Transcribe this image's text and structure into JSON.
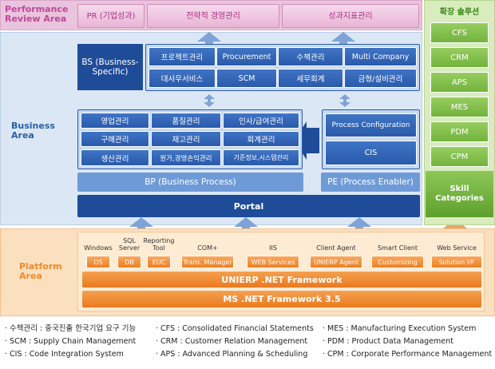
{
  "performance": {
    "area_label": "Performance Review Area",
    "pr": "PR (기업성과)",
    "strategy": "전략적 경영관리",
    "kpi": "성과지표관리"
  },
  "business": {
    "area_label": "Business Area",
    "bs": "BS (Business-Specific)",
    "bs_modules": [
      "프로젝트관리",
      "Procurement",
      "수책관리",
      "Multi Company",
      "대사우서비스",
      "SCM",
      "세무회계",
      "금형/설비관리"
    ],
    "core_modules": [
      "영업관리",
      "품질관리",
      "인사/급여관리",
      "구매관리",
      "재고관리",
      "회계관리",
      "생산관리",
      "원가,경영손익관리",
      "기준정보,시스템관리"
    ],
    "pe_items": [
      "Process Configuration",
      "CIS"
    ],
    "bp": "BP (Business Process)",
    "pe": "PE (Process Enabler)",
    "portal": "Portal"
  },
  "extension": {
    "title": "확장 솔루션",
    "items": [
      "CFS",
      "CRM",
      "APS",
      "MES",
      "PDM",
      "CPM"
    ],
    "skill": "Skill Categories"
  },
  "platform": {
    "area_label": "Platform Area",
    "components": [
      {
        "label": "Windows",
        "box": "OS"
      },
      {
        "label": "SQL Server",
        "box": "DB"
      },
      {
        "label": "Reporting Tool",
        "box": "EUC"
      },
      {
        "label": "COM+",
        "box": "Trans. Manager"
      },
      {
        "label": "IIS",
        "box": "WEB Services"
      },
      {
        "label": "Client Agent",
        "box": "UNIERP Agent"
      },
      {
        "label": "Smart Client",
        "box": "Customizing"
      },
      {
        "label": "Web Service",
        "box": "Solution I/F"
      }
    ],
    "framework": "UNIERP .NET Framework",
    "ms_framework": "MS .NET Framework 3.5"
  },
  "legend": [
    "· 수책관리 : 중국진출 한국기업 요구 기능",
    "· SCM : Supply Chain Management",
    "· CIS : Code Integration System",
    "· CFS : Consolidated Financial Statements",
    "· CRM : Customer Relation Management",
    "· APS : Advanced Planning & Scheduling",
    "· MES : Manufacturing Execution System",
    "· PDM : Product Data Management",
    "· CPM : Corporate Performance Management"
  ],
  "colors": {
    "performance": "#eac3dd",
    "business": "#dbe7f4",
    "platform": "#fbe0bf",
    "extension": "#d8ecbd",
    "navy": "#1f4c99",
    "orange": "#ee7f22",
    "green": "#72b33d"
  }
}
